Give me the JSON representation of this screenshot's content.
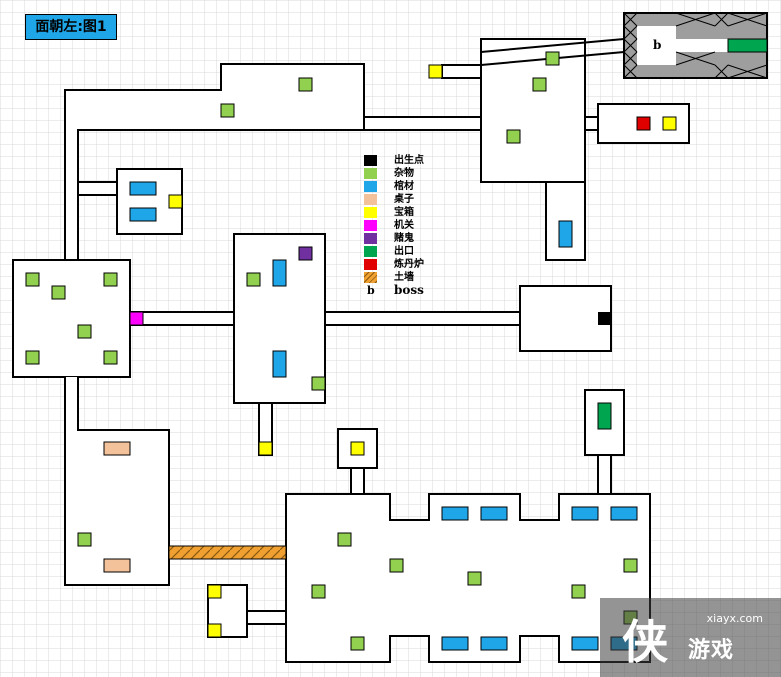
{
  "title": "面朝左:图1",
  "boss_marker": "b",
  "legend": [
    {
      "key": "spawn",
      "label": "出生点",
      "color": "#000000"
    },
    {
      "key": "misc",
      "label": "杂物",
      "color": "#92d050"
    },
    {
      "key": "coffin",
      "label": "棺材",
      "color": "#1fa6e8"
    },
    {
      "key": "table",
      "label": "桌子",
      "color": "#f4c29a"
    },
    {
      "key": "chest",
      "label": "宝箱",
      "color": "#ffff00"
    },
    {
      "key": "mechanism",
      "label": "机关",
      "color": "#ff00ff"
    },
    {
      "key": "gamble_ghost",
      "label": "赌鬼",
      "color": "#7030a0"
    },
    {
      "key": "exit",
      "label": "出口",
      "color": "#00a550"
    },
    {
      "key": "furnace",
      "label": "炼丹炉",
      "color": "#e00000"
    },
    {
      "key": "earth_wall",
      "label": "土墙",
      "color": "#f0a030"
    },
    {
      "key": "boss",
      "label": "boss",
      "color": ""
    }
  ],
  "watermark": {
    "url": "xiayx.com",
    "logo": "侠",
    "name": "游戏"
  }
}
